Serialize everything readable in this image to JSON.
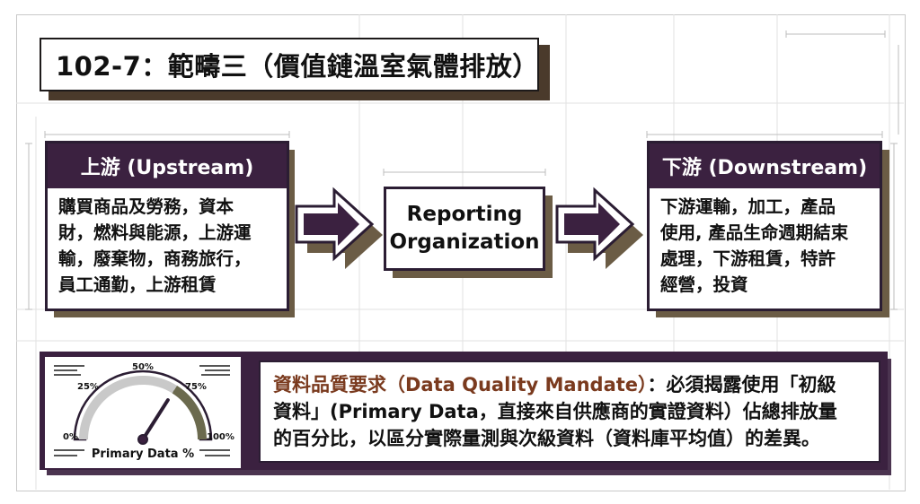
{
  "title": "102-7：範疇三（價值鏈溫室氣體排放）",
  "upstream": {
    "header": "上游 (Upstream)",
    "lines": [
      "購買商品及勞務，資本",
      "財，燃料與能源，上游運",
      "輸，廢棄物，商務旅行，",
      "員工通勤，上游租賃"
    ]
  },
  "reporting_org": {
    "lines": [
      "Reporting",
      "Organization"
    ]
  },
  "downstream": {
    "header": "下游 (Downstream)",
    "lines": [
      "下游運輸，加工，產品",
      "使用, 產品生命週期結束",
      "處理，下游租賃，特許",
      "經營，投資"
    ]
  },
  "gauge": {
    "title": "Primary Data %",
    "ticks": [
      "0%",
      "25%",
      "50%",
      "75%",
      "100%"
    ],
    "value_percent": 68,
    "filled_color": "#6b6a4e"
  },
  "mandate": {
    "title": "資料品質要求（Data Quality Mandate）",
    "lines": [
      "：必須揭露使用「初級",
      "資料」(Primary Data，直接來自供應商的實證資料）佔總排放量",
      "的百分比，以區分實際量測與次級資料（資料庫平均值）的差異。"
    ]
  },
  "colors": {
    "header": "#3b2140",
    "shadow": "#6b5c45",
    "mandate_title": "#7a3a1e"
  }
}
